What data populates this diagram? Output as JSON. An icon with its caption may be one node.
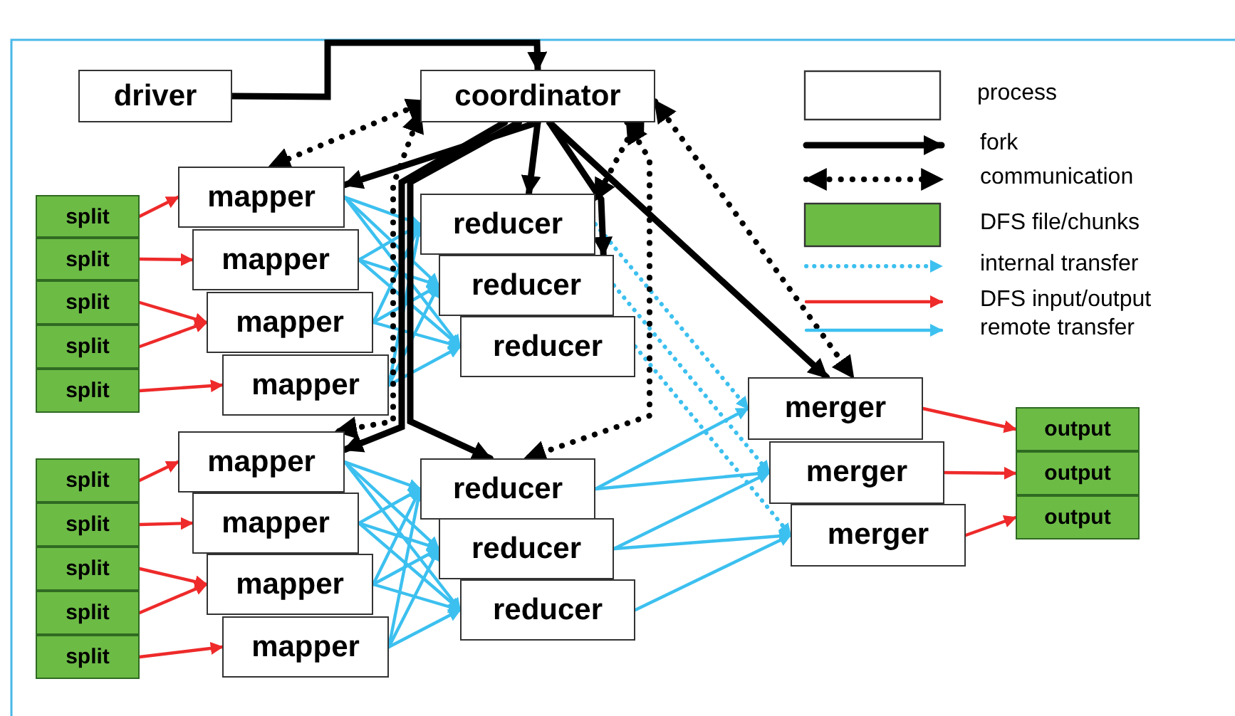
{
  "diagram": {
    "nodes": [
      {
        "text": [
          "driver"
        ]
      },
      {
        "text": [
          "coordinator"
        ]
      },
      {
        "text": [
          "split"
        ]
      },
      {
        "text": [
          "split"
        ]
      },
      {
        "text": [
          "split"
        ]
      },
      {
        "text": [
          "split"
        ]
      },
      {
        "text": [
          "split"
        ]
      },
      {
        "text": [
          "mapper"
        ]
      },
      {
        "text": [
          "mapper"
        ]
      },
      {
        "text": [
          "mapper"
        ]
      },
      {
        "text": [
          "mapper"
        ]
      },
      {
        "text": [
          "reducer"
        ]
      },
      {
        "text": [
          "reducer"
        ]
      },
      {
        "text": [
          "reducer"
        ]
      },
      {
        "text": [
          "split"
        ]
      },
      {
        "text": [
          "split"
        ]
      },
      {
        "text": [
          "split"
        ]
      },
      {
        "text": [
          "split"
        ]
      },
      {
        "text": [
          "split"
        ]
      },
      {
        "text": [
          "mapper"
        ]
      },
      {
        "text": [
          "mapper"
        ]
      },
      {
        "text": [
          "mapper"
        ]
      },
      {
        "text": [
          "mapper"
        ]
      },
      {
        "text": [
          "reducer"
        ]
      },
      {
        "text": [
          "reducer"
        ]
      },
      {
        "text": [
          "reducer"
        ]
      },
      {
        "text": [
          "merger"
        ]
      },
      {
        "text": [
          "merger"
        ]
      },
      {
        "text": [
          "merger"
        ]
      },
      {
        "text": [
          "output"
        ]
      },
      {
        "text": [
          "output"
        ]
      },
      {
        "text": [
          "output"
        ]
      }
    ],
    "edges": [
      {
        "from": 0,
        "to": 1,
        "arrow": "to",
        "style": "thick",
        "color": "#000000"
      },
      {
        "from": 2,
        "to": 7,
        "arrow": "to",
        "color": "#ee2a2a"
      },
      {
        "from": 3,
        "to": 8,
        "arrow": "to",
        "color": "#ee2a2a"
      },
      {
        "from": 4,
        "to": 9,
        "arrow": "to",
        "color": "#ee2a2a"
      },
      {
        "from": 5,
        "to": 9,
        "arrow": "to",
        "color": "#ee2a2a"
      },
      {
        "from": 6,
        "to": 10,
        "arrow": "to",
        "color": "#ee2a2a"
      },
      {
        "from": 14,
        "to": 19,
        "arrow": "to",
        "color": "#ee2a2a"
      },
      {
        "from": 15,
        "to": 20,
        "arrow": "to",
        "color": "#ee2a2a"
      },
      {
        "from": 16,
        "to": 21,
        "arrow": "to",
        "color": "#ee2a2a"
      },
      {
        "from": 17,
        "to": 21,
        "arrow": "to",
        "color": "#ee2a2a"
      },
      {
        "from": 18,
        "to": 22,
        "arrow": "to",
        "color": "#ee2a2a"
      },
      {
        "from": 7,
        "to": 11,
        "arrow": "to"
      },
      {
        "from": 7,
        "to": 12,
        "arrow": "to"
      },
      {
        "from": 7,
        "to": 13,
        "arrow": "to"
      },
      {
        "from": 8,
        "to": 11,
        "arrow": "to"
      },
      {
        "from": 8,
        "to": 12,
        "arrow": "to"
      },
      {
        "from": 8,
        "to": 13,
        "arrow": "to"
      },
      {
        "from": 9,
        "to": 11,
        "arrow": "to"
      },
      {
        "from": 9,
        "to": 12,
        "arrow": "to"
      },
      {
        "from": 9,
        "to": 13,
        "arrow": "to"
      },
      {
        "from": 10,
        "to": 11,
        "arrow": "to"
      },
      {
        "from": 10,
        "to": 12,
        "arrow": "to"
      },
      {
        "from": 10,
        "to": 13,
        "arrow": "to"
      },
      {
        "from": 19,
        "to": 23,
        "arrow": "to"
      },
      {
        "from": 19,
        "to": 24,
        "arrow": "to"
      },
      {
        "from": 19,
        "to": 25,
        "arrow": "to"
      },
      {
        "from": 20,
        "to": 23,
        "arrow": "to"
      },
      {
        "from": 20,
        "to": 24,
        "arrow": "to"
      },
      {
        "from": 20,
        "to": 25,
        "arrow": "to"
      },
      {
        "from": 21,
        "to": 23,
        "arrow": "to"
      },
      {
        "from": 21,
        "to": 24,
        "arrow": "to"
      },
      {
        "from": 21,
        "to": 25,
        "arrow": "to"
      },
      {
        "from": 22,
        "to": 23,
        "arrow": "to"
      },
      {
        "from": 22,
        "to": 24,
        "arrow": "to"
      },
      {
        "from": 22,
        "to": 25,
        "arrow": "to"
      },
      {
        "from": 23,
        "to": 26,
        "arrow": "to"
      },
      {
        "from": 23,
        "to": 27,
        "arrow": "to"
      },
      {
        "from": 24,
        "to": 27,
        "arrow": "to"
      },
      {
        "from": 24,
        "to": 28,
        "arrow": "to"
      },
      {
        "from": 25,
        "to": 28,
        "arrow": "to"
      },
      {
        "from": 11,
        "to": 26,
        "arrow": "to",
        "style": "dashed"
      },
      {
        "from": 12,
        "to": 27,
        "arrow": "to",
        "style": "dashed"
      },
      {
        "from": 13,
        "to": 28,
        "arrow": "to",
        "style": "dashed"
      },
      {
        "from": 26,
        "to": 29,
        "arrow": "to",
        "color": "#ee2a2a"
      },
      {
        "from": 27,
        "to": 30,
        "arrow": "to",
        "color": "#ee2a2a"
      },
      {
        "from": 28,
        "to": 31,
        "arrow": "to",
        "color": "#ee2a2a"
      },
      {
        "from": 1,
        "to": 7,
        "arrow": "to",
        "style": "thick",
        "color": "#000000"
      },
      {
        "from": 1,
        "to": 11,
        "arrow": "to",
        "style": "thick",
        "color": "#000000"
      },
      {
        "from": 1,
        "to": 12,
        "arrow": "to",
        "style": "thick",
        "color": "#000000"
      },
      {
        "from": 1,
        "to": 23,
        "arrow": "to",
        "style": "thick",
        "color": "#000000"
      },
      {
        "from": 1,
        "to": 19,
        "arrow": "to",
        "style": "thick",
        "color": "#000000"
      },
      {
        "from": 1,
        "to": 26,
        "arrow": "to",
        "style": "thick",
        "color": "#000000"
      },
      {
        "from": 1,
        "to": 7,
        "arrow": "both",
        "style": "dashed",
        "color": "#000000"
      },
      {
        "from": 1,
        "to": 19,
        "arrow": "both",
        "style": "dashed",
        "color": "#000000"
      },
      {
        "from": 1,
        "to": 11,
        "arrow": "both",
        "style": "dashed",
        "color": "#000000"
      },
      {
        "from": 1,
        "to": 23,
        "arrow": "both",
        "style": "dashed",
        "color": "#000000"
      },
      {
        "from": 1,
        "to": 26,
        "arrow": "both",
        "style": "dashed",
        "color": "#000000"
      }
    ],
    "legend": [
      {
        "text": "process",
        "color": "#ffffff"
      },
      {
        "text": "fork"
      },
      {
        "text": "communication"
      },
      {
        "text": "DFS file/chunks",
        "color": "#6cbb45"
      },
      {
        "text": "internal transfer"
      },
      {
        "text": "DFS input/output"
      },
      {
        "text": "remote transfer"
      }
    ]
  }
}
